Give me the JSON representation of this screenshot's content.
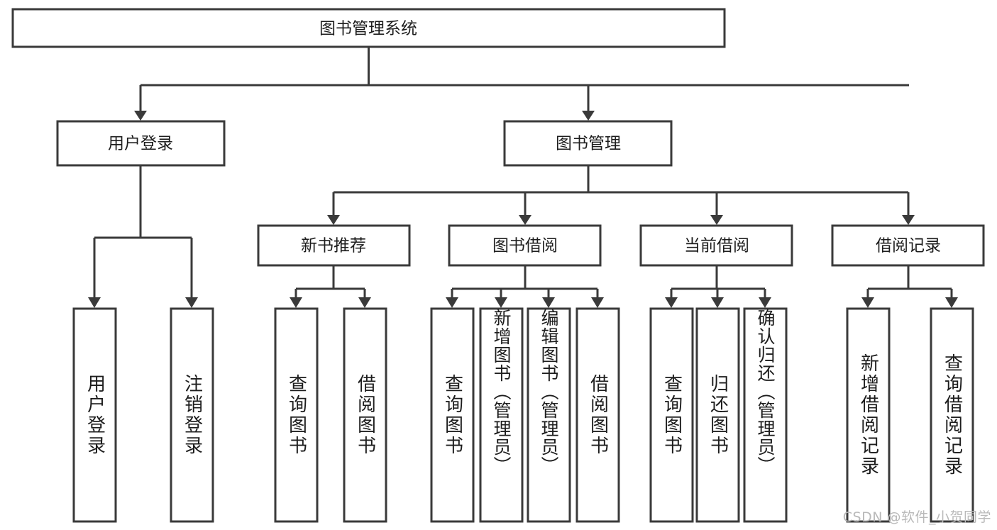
{
  "diagram": {
    "type": "tree-hierarchy",
    "title": "图书管理系统",
    "watermark": "CSDN @软件_小贺同学",
    "colors": {
      "stroke": "#3a3a3a",
      "fill": "#ffffff",
      "text": "#1d1d1d",
      "watermark": "#b9b9b9",
      "background": "#ffffff"
    },
    "levels": {
      "root": {
        "label": "图书管理系统"
      },
      "level2": [
        {
          "id": "user-login",
          "label": "用户登录"
        },
        {
          "id": "book-management",
          "label": "图书管理"
        }
      ],
      "level3": [
        {
          "id": "new-book-recommend",
          "label": "新书推荐",
          "parent": "book-management"
        },
        {
          "id": "book-borrow",
          "label": "图书借阅",
          "parent": "book-management"
        },
        {
          "id": "current-borrow",
          "label": "当前借阅",
          "parent": "book-management"
        },
        {
          "id": "borrow-record",
          "label": "借阅记录",
          "parent": "book-management"
        }
      ],
      "leaves": {
        "user-login": [
          {
            "id": "leaf-user-login",
            "label": "用户登录"
          },
          {
            "id": "leaf-logout-login",
            "label": "注销登录"
          }
        ],
        "new-book-recommend": [
          {
            "id": "leaf-query-book-1",
            "label": "查询图书"
          },
          {
            "id": "leaf-borrow-book-1",
            "label": "借阅图书"
          }
        ],
        "book-borrow": [
          {
            "id": "leaf-query-book-2",
            "label": "查询图书"
          },
          {
            "id": "leaf-add-book",
            "label": "新增图书（管理员）"
          },
          {
            "id": "leaf-edit-book",
            "label": "编辑图书（管理员）"
          },
          {
            "id": "leaf-borrow-book-2",
            "label": "借阅图书"
          }
        ],
        "current-borrow": [
          {
            "id": "leaf-query-book-3",
            "label": "查询图书"
          },
          {
            "id": "leaf-return-book",
            "label": "归还图书"
          },
          {
            "id": "leaf-confirm-return",
            "label": "确认归还（管理员）"
          }
        ],
        "borrow-record": [
          {
            "id": "leaf-add-record",
            "label": "新增借阅记录"
          },
          {
            "id": "leaf-query-record",
            "label": "查询借阅记录"
          }
        ]
      }
    }
  }
}
